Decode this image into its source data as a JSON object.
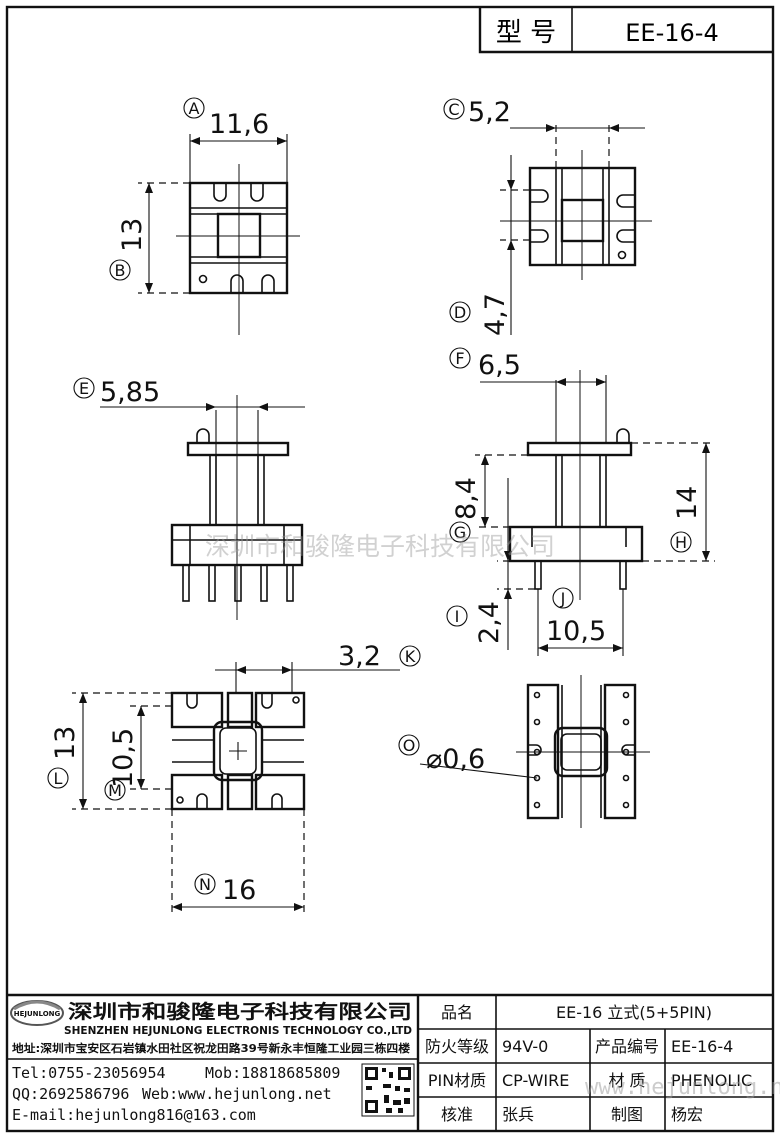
{
  "header": {
    "model_label": "型 号",
    "model_value": "EE-16-4"
  },
  "dimensions": {
    "A": {
      "letter": "A",
      "value": "11,6"
    },
    "B": {
      "letter": "B",
      "value": "13"
    },
    "C": {
      "letter": "C",
      "value": "5,2"
    },
    "D": {
      "letter": "D",
      "value": "4,7"
    },
    "E": {
      "letter": "E",
      "value": "5,85"
    },
    "F": {
      "letter": "F",
      "value": "6,5"
    },
    "G": {
      "letter": "G",
      "value": "8,4"
    },
    "H": {
      "letter": "H",
      "value": "14"
    },
    "I": {
      "letter": "I",
      "value": "2,4"
    },
    "J": {
      "letter": "J",
      "value": "10,5"
    },
    "K": {
      "letter": "K",
      "value": "3,2"
    },
    "L": {
      "letter": "L",
      "value": "13"
    },
    "M": {
      "letter": "M",
      "value": "10,5"
    },
    "N": {
      "letter": "N",
      "value": "16"
    },
    "O": {
      "letter": "O",
      "value": "⌀0,6"
    }
  },
  "watermark": {
    "company": "深圳市和骏隆电子科技有限公司",
    "url": "www.hejunlong.net"
  },
  "company": {
    "logo_text": "HEJUNLONG",
    "name_cn": "深圳市和骏隆电子科技有限公司",
    "name_en": "SHENZHEN HEJUNLONG ELECTRONIS TECHNOLOGY CO.,LTD",
    "address": "地址:深圳市宝安区石岩镇水田社区祝龙田路39号新永丰恒隆工业园三栋四楼",
    "tel": "Tel:0755-23056954",
    "mob": "Mob:18818685809",
    "qq": "QQ:2692586796",
    "web": "Web:www.hejunlong.net",
    "email": "E-mail:hejunlong816@163.com"
  },
  "title_block": {
    "product_name_label": "品名",
    "product_name_value": "EE-16 立式(5+5PIN)",
    "flame_label": "防火等级",
    "flame_value": "94V-0",
    "product_no_label": "产品编号",
    "product_no_value": "EE-16-4",
    "pin_label": "PIN材质",
    "pin_value": "CP-WIRE",
    "material_label": "材 质",
    "material_value": "PHENOLIC",
    "check_label": "核准",
    "check_value": "张兵",
    "draw_label": "制图",
    "draw_value": "杨宏"
  },
  "colors": {
    "line": "#111111",
    "watermark": "#9a9a9a"
  }
}
